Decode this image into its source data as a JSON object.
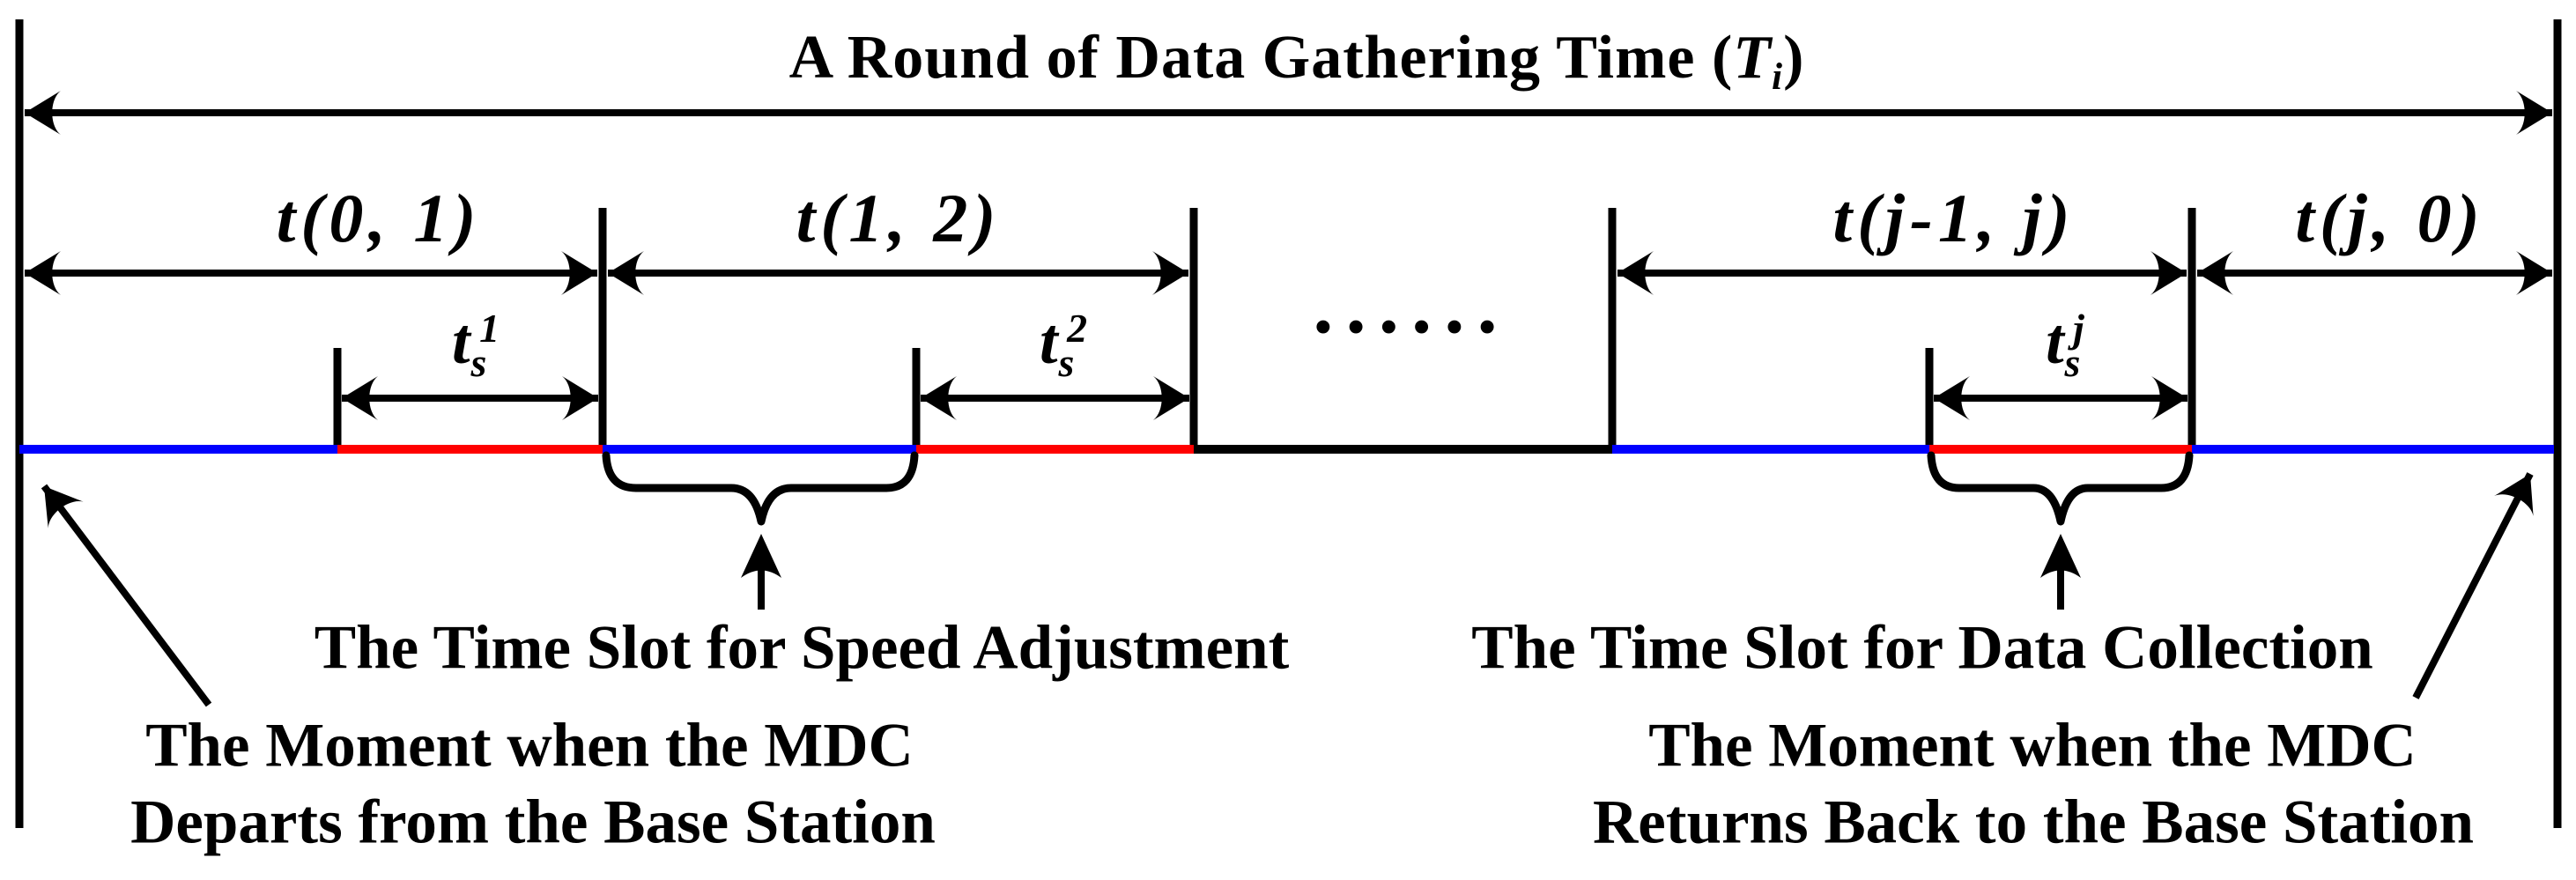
{
  "colors": {
    "travel_blue": "#0000ff",
    "slot_red": "#ff0000",
    "ink": "#000000"
  },
  "title": {
    "prefix": "A Round of Data Gathering Time (",
    "variable": "T",
    "subscript": "i",
    "suffix": ")"
  },
  "interval_labels": [
    "t(0, 1)",
    "t(1, 2)",
    "t(j-1, j)",
    "t(j, 0)"
  ],
  "slot_labels": [
    {
      "base": "t",
      "sub": "s",
      "sup": "1"
    },
    {
      "base": "t",
      "sub": "s",
      "sup": "2"
    },
    {
      "base": "t",
      "sub": "s",
      "sup": "j"
    }
  ],
  "ellipsis": "••••••",
  "callouts": {
    "speed_adjustment": "The Time Slot for Speed Adjustment",
    "data_collection": "The Time Slot for Data Collection",
    "depart_line1": "The Moment when the MDC",
    "depart_line2": "Departs from the Base Station",
    "return_line1": "The Moment when the MDC",
    "return_line2": "Returns Back to the Base Station"
  }
}
